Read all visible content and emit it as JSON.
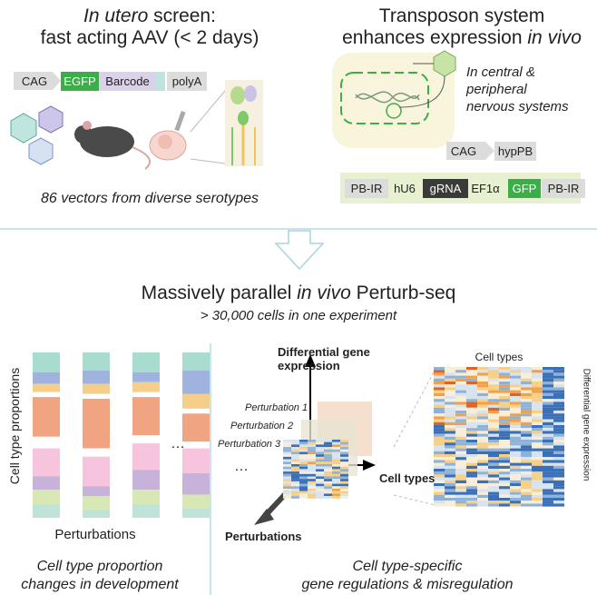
{
  "top_left": {
    "title_italic": "In utero",
    "title_rest": " screen:",
    "title_line2": "fast acting AAV (< 2 days)",
    "construct": [
      "CAG",
      "EGFP",
      "Barcode",
      "polyA"
    ],
    "caption": "86 vectors from diverse serotypes"
  },
  "top_right": {
    "title_line1": "Transposon system",
    "title_line2_prefix": "enhances expression ",
    "title_line2_italic": "in vivo",
    "note_line1": "In central &",
    "note_line2": "peripheral",
    "note_line3": "nervous systems",
    "cag_label": "CAG",
    "hyppb_label": "hypPB",
    "construct": [
      "PB-IR",
      "hU6",
      "gRNA",
      "EF1α",
      "GFP",
      "PB-IR"
    ]
  },
  "middle": {
    "title_prefix": "Massively parallel ",
    "title_italic": "in vivo",
    "title_suffix": " Perturb-seq",
    "subtitle": "> 30,000 cells in one experiment"
  },
  "bottom_left": {
    "y_label": "Cell type proportions",
    "x_label": "Perturbations",
    "ellipsis": "…",
    "caption_line1": "Cell type proportion",
    "caption_line2": "changes in development"
  },
  "bottom_right": {
    "axis_up_line1": "Differential gene",
    "axis_up_line2": "expression",
    "perturbation_labels": [
      "Perturbation 1",
      "Perturbation 2",
      "Perturbation 3"
    ],
    "ellipsis": "…",
    "axis_right": "Cell types",
    "axis_down": "Perturbations",
    "heatmap_title": "Cell types",
    "heatmap_side": "Differential gene expression",
    "caption_line1": "Cell type-specific",
    "caption_line2": "gene regulations & misregulation"
  },
  "chart_data": {
    "type": "bar",
    "categories": [
      "",
      "",
      "",
      ""
    ],
    "series": [
      {
        "values": [
          0.12,
          0.11,
          0.12,
          0.11
        ],
        "color": "#a8dccf"
      },
      {
        "values": [
          0.07,
          0.08,
          0.06,
          0.14
        ],
        "color": "#9fb3df"
      },
      {
        "values": [
          0.05,
          0.06,
          0.06,
          0.09
        ],
        "color": "#f5cf8a"
      },
      {
        "values": [
          0.03,
          0.03,
          0.03,
          0.03
        ],
        "color": "#ffffff"
      },
      {
        "values": [
          0.24,
          0.3,
          0.23,
          0.17
        ],
        "color": "#f0a482"
      },
      {
        "values": [
          0.07,
          0.05,
          0.05,
          0.04
        ],
        "color": "#ffffff"
      },
      {
        "values": [
          0.17,
          0.18,
          0.16,
          0.15
        ],
        "color": "#f6c4dc"
      },
      {
        "values": [
          0.08,
          0.06,
          0.12,
          0.13
        ],
        "color": "#c7b3d9"
      },
      {
        "values": [
          0.09,
          0.08,
          0.09,
          0.08
        ],
        "color": "#d7e8b5"
      },
      {
        "values": [
          0.08,
          0.05,
          0.08,
          0.06
        ],
        "color": "#bfe3d9"
      }
    ]
  }
}
